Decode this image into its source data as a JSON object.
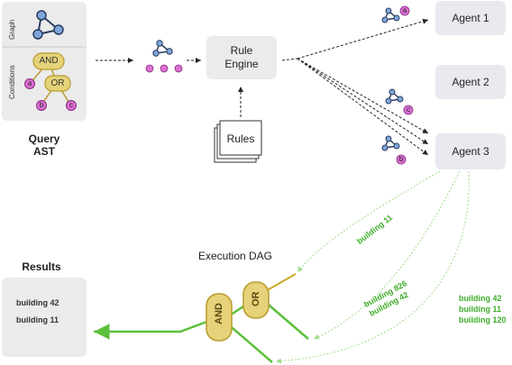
{
  "query_ast": {
    "graph_label": "Graph",
    "conditions_label": "Conditions",
    "and_label": "AND",
    "or_label": "OR",
    "cond_a": "a",
    "cond_b": "b",
    "cond_c": "c",
    "caption_line1": "Query",
    "caption_line2": "AST"
  },
  "rule_engine": {
    "line1": "Rule",
    "line2": "Engine"
  },
  "rules": {
    "label": "Rules"
  },
  "agents": [
    {
      "label": "Agent 1",
      "badge": "a"
    },
    {
      "label": "Agent 2",
      "badge": "c"
    },
    {
      "label": "Agent 3",
      "badge": "b"
    }
  ],
  "execution_dag": {
    "title": "Execution DAG",
    "and_label": "AND",
    "or_label": "OR"
  },
  "results": {
    "title": "Results",
    "items": [
      "building 42",
      "building 11"
    ]
  },
  "flows": {
    "agent1_result": [
      "building 11"
    ],
    "agent2_result": [
      "building 826",
      "building 42"
    ],
    "agent3_result": [
      "building 42",
      "building 11",
      "building 120"
    ]
  },
  "colors": {
    "box": "#ebebeb",
    "agent_box": "#ebe9f0",
    "node_pink": "#d96fd0",
    "node_blue": "#7ea6da",
    "logic_fill": "#e6d27a",
    "logic_stroke": "#b89a2a",
    "flow_green": "#3fae2a"
  },
  "icons": [
    "graph-icon",
    "rules-document-icon"
  ]
}
